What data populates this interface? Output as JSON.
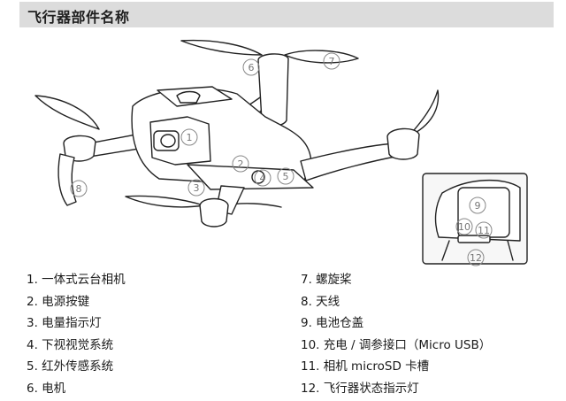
{
  "header": {
    "title": "飞行器部件名称"
  },
  "figure": {
    "callouts": [
      "1",
      "2",
      "3",
      "4",
      "5",
      "6",
      "7",
      "8",
      "9",
      "10",
      "11",
      "12"
    ]
  },
  "legend": {
    "left": [
      "1. 一体式云台相机",
      "2. 电源按键",
      "3. 电量指示灯",
      "4. 下视视觉系统",
      "5. 红外传感系统",
      "6. 电机"
    ],
    "right": [
      "7. 螺旋桨",
      "8. 天线",
      "9. 电池仓盖",
      "10. 充电 / 调参接口（Micro USB）",
      "11. 相机 microSD 卡槽",
      "12. 飞行器状态指示灯"
    ]
  }
}
